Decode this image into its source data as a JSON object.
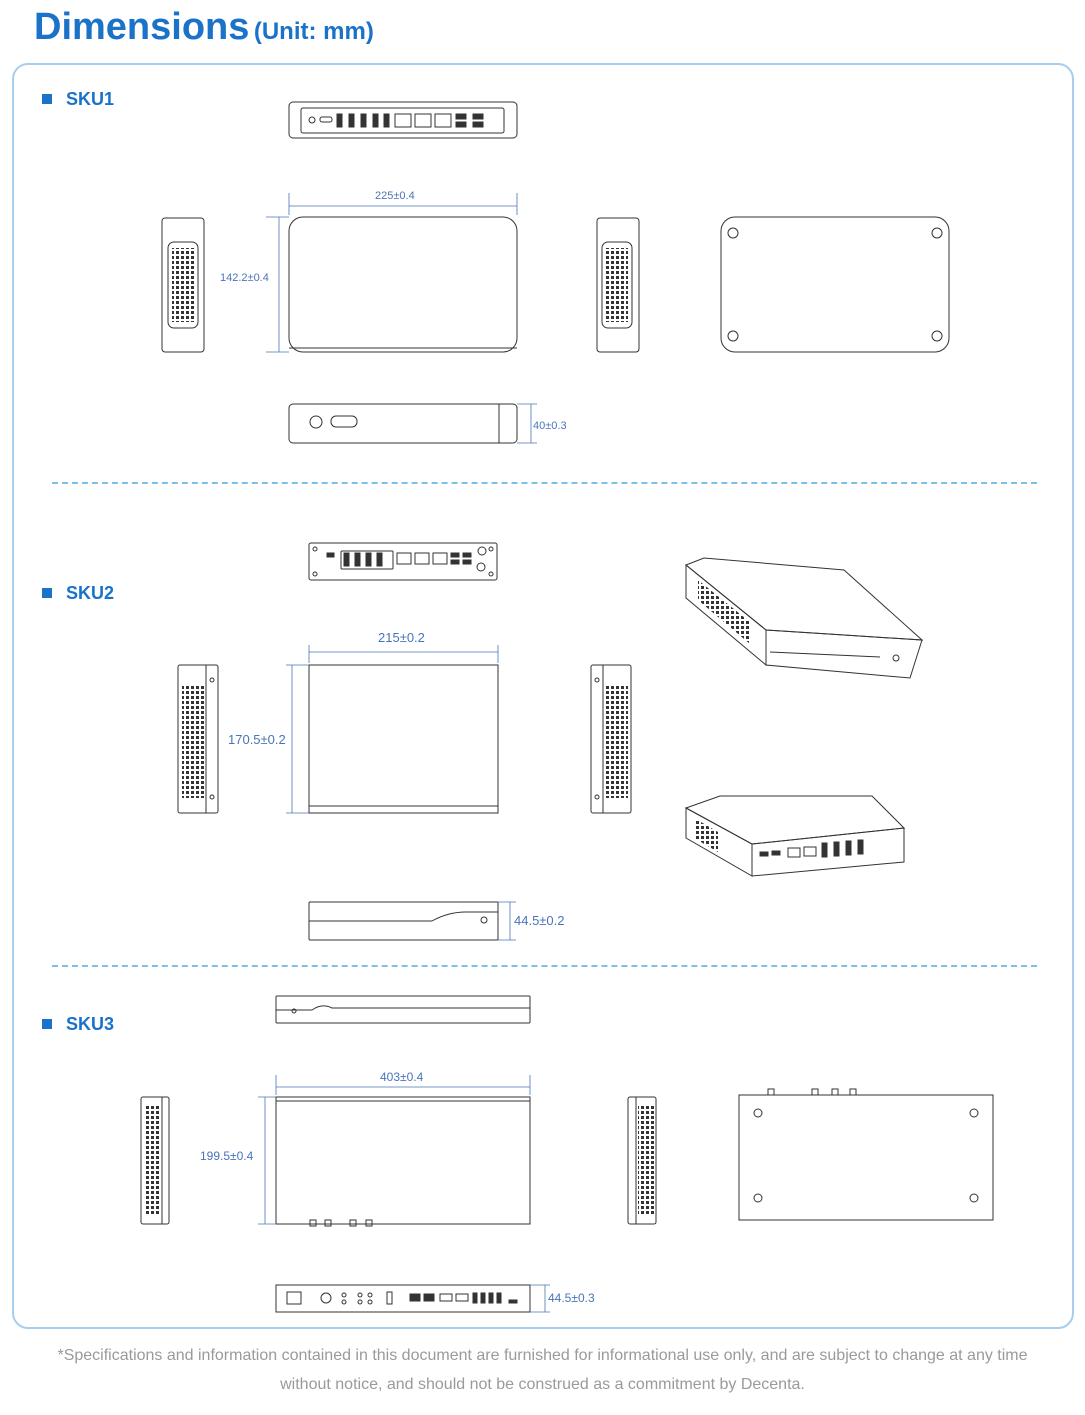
{
  "header": {
    "title": "Dimensions",
    "unit": "(Unit: mm)"
  },
  "sku1": {
    "label": "SKU1",
    "width": "225±0.4",
    "depth": "142.2±0.4",
    "height": "40±0.3"
  },
  "sku2": {
    "label": "SKU2",
    "width": "215±0.2",
    "depth": "170.5±0.2",
    "height": "44.5±0.2"
  },
  "sku3": {
    "label": "SKU3",
    "width": "403±0.4",
    "depth": "199.5±0.4",
    "height": "44.5±0.3"
  },
  "footer": {
    "disclaimer": "*Specifications and information contained in this document are furnished for informational use only, and are subject to change at any time without notice, and should not be construed as a commitment by Decenta."
  },
  "colors": {
    "accent": "#1a73c8",
    "dimension": "#4a74b8",
    "frame": "#a9cdec",
    "divider": "#7cc0ea",
    "footer_text": "#9a9a9a"
  }
}
